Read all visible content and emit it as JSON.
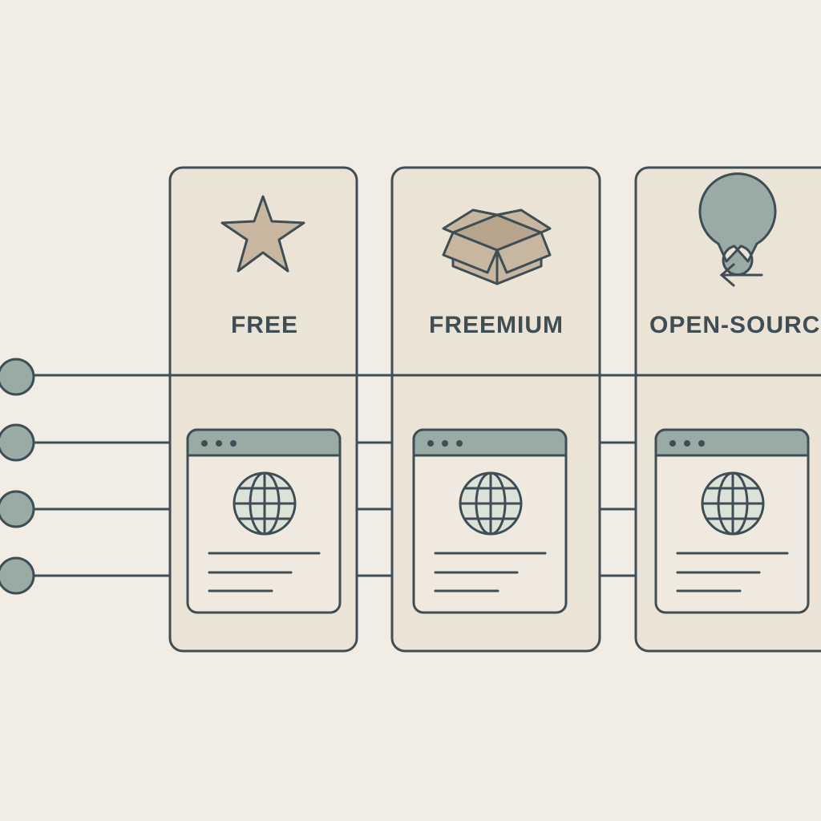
{
  "colors": {
    "background": "#f1ece4",
    "card_fill": "#ebe3d6",
    "stroke": "#3f4e54",
    "accent_sage": "#9aaba6",
    "accent_tan": "#c7b7a0",
    "window_fill": "#efe9df"
  },
  "cards": [
    {
      "label": "FREE",
      "icon": "star-icon"
    },
    {
      "label": "FREEMIUM",
      "icon": "open-box-icon"
    },
    {
      "label": "OPEN-SOURCE",
      "icon": "open-source-icon"
    }
  ],
  "row_nodes": 4
}
